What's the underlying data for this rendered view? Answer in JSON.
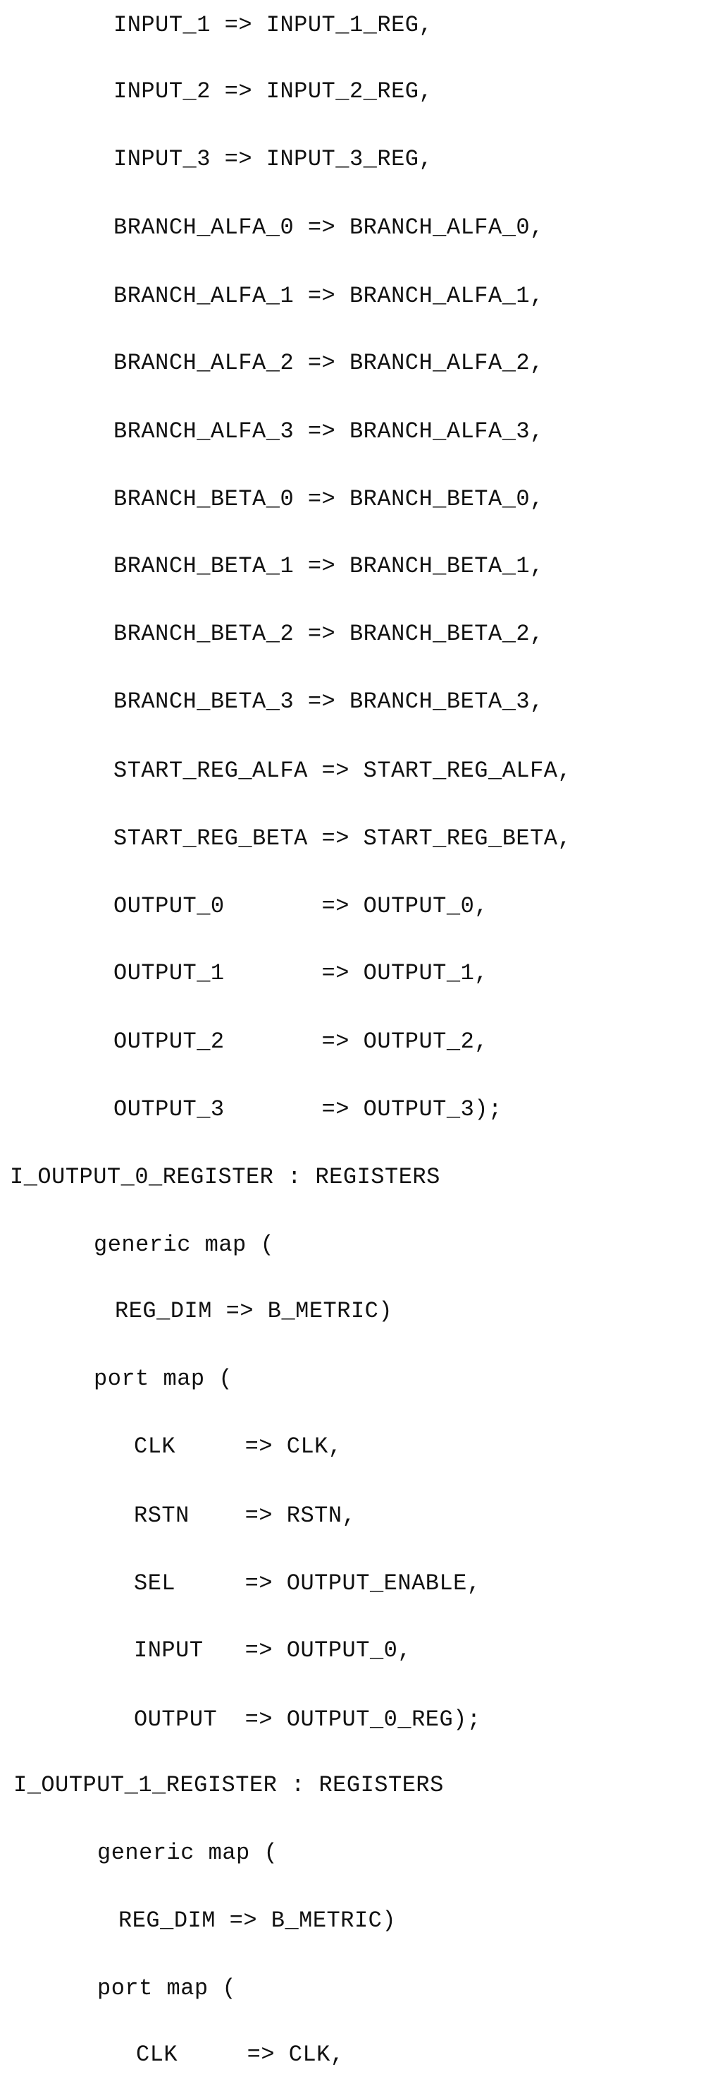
{
  "code_lines": [
    "INPUT_1 => INPUT_1_REG,",
    "INPUT_2 => INPUT_2_REG,",
    "INPUT_3 => INPUT_3_REG,",
    "BRANCH_ALFA_0 => BRANCH_ALFA_0,",
    "BRANCH_ALFA_1 => BRANCH_ALFA_1,",
    "BRANCH_ALFA_2 => BRANCH_ALFA_2,",
    "BRANCH_ALFA_3 => BRANCH_ALFA_3,",
    "BRANCH_BETA_0 => BRANCH_BETA_0,",
    "BRANCH_BETA_1 => BRANCH_BETA_1,",
    "BRANCH_BETA_2 => BRANCH_BETA_2,",
    "BRANCH_BETA_3 => BRANCH_BETA_3,",
    "START_REG_ALFA => START_REG_ALFA,",
    "START_REG_BETA => START_REG_BETA,",
    "OUTPUT_0       => OUTPUT_0,",
    "OUTPUT_1       => OUTPUT_1,",
    "OUTPUT_2       => OUTPUT_2,",
    "OUTPUT_3       => OUTPUT_3);",
    "I_OUTPUT_0_REGISTER : REGISTERS",
    "generic map (",
    "REG_DIM => B_METRIC)",
    "port map (",
    "CLK     => CLK,",
    "RSTN    => RSTN,",
    "SEL     => OUTPUT_ENABLE,",
    "INPUT   => OUTPUT_0,",
    "OUTPUT  => OUTPUT_0_REG);",
    "I_OUTPUT_1_REGISTER : REGISTERS",
    "generic map (",
    "REG_DIM => B_METRIC)",
    "port map (",
    "CLK     => CLK,"
  ]
}
